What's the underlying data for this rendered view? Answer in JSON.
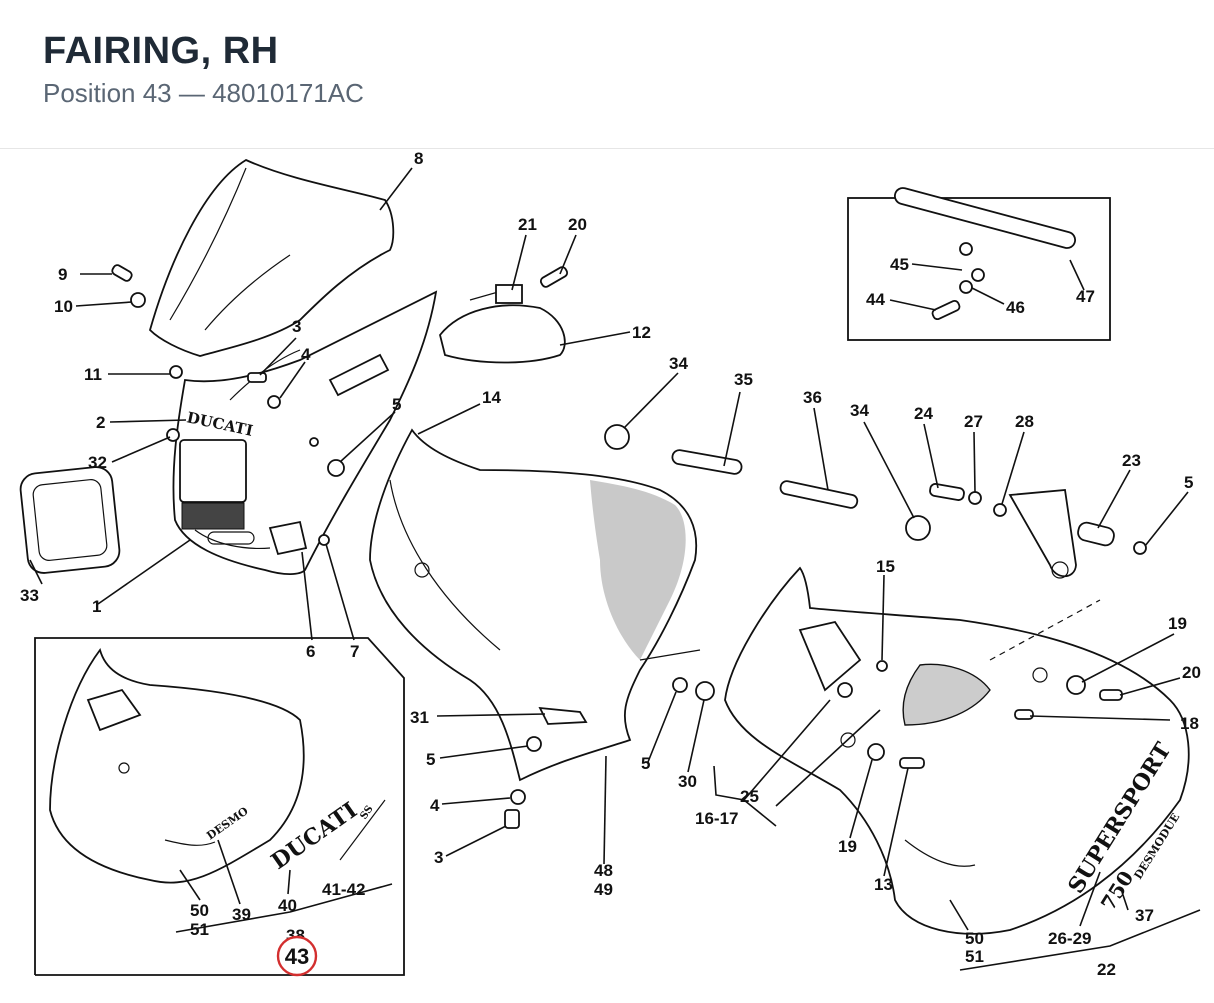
{
  "header": {
    "title": "FAIRING, RH",
    "subtitle": "Position 43 — 48010171AC"
  },
  "highlight": {
    "label": "43",
    "color": "#d32f2f"
  },
  "callouts": {
    "c8": "8",
    "c21": "21",
    "c20a": "20",
    "c9": "9",
    "c10": "10",
    "c12": "12",
    "c3a": "3",
    "c4a": "4",
    "c11": "11",
    "c2": "2",
    "c5a": "5",
    "c14": "14",
    "c32": "32",
    "c33": "33",
    "c1": "1",
    "c6": "6",
    "c7": "7",
    "c34a": "34",
    "c35": "35",
    "c36": "36",
    "c34b": "34",
    "c24": "24",
    "c27": "27",
    "c28": "28",
    "c23": "23",
    "c5b": "5",
    "c15": "15",
    "c19a": "19",
    "c20b": "20",
    "c18": "18",
    "c31": "31",
    "c5c": "5",
    "c4b": "4",
    "c3b": "3",
    "c48": "48",
    "c49": "49",
    "c5d": "5",
    "c30": "30",
    "c25": "25",
    "c1617": "16-17",
    "c19b": "19",
    "c13": "13",
    "c37": "37",
    "c2629": "26-29",
    "c50b": "50",
    "c51b": "51",
    "c22": "22",
    "c45": "45",
    "c44": "44",
    "c46": "46",
    "c47": "47",
    "c50a": "50",
    "c51a": "51",
    "c39": "39",
    "c40": "40",
    "c4142": "41-42",
    "c38": "38"
  },
  "decals": {
    "ducati": "DUCATI",
    "desmo": "DESMO",
    "supersport": "SUPERSPORT",
    "model": "750",
    "desmodue": "DESMODUE",
    "ss": "SS"
  }
}
